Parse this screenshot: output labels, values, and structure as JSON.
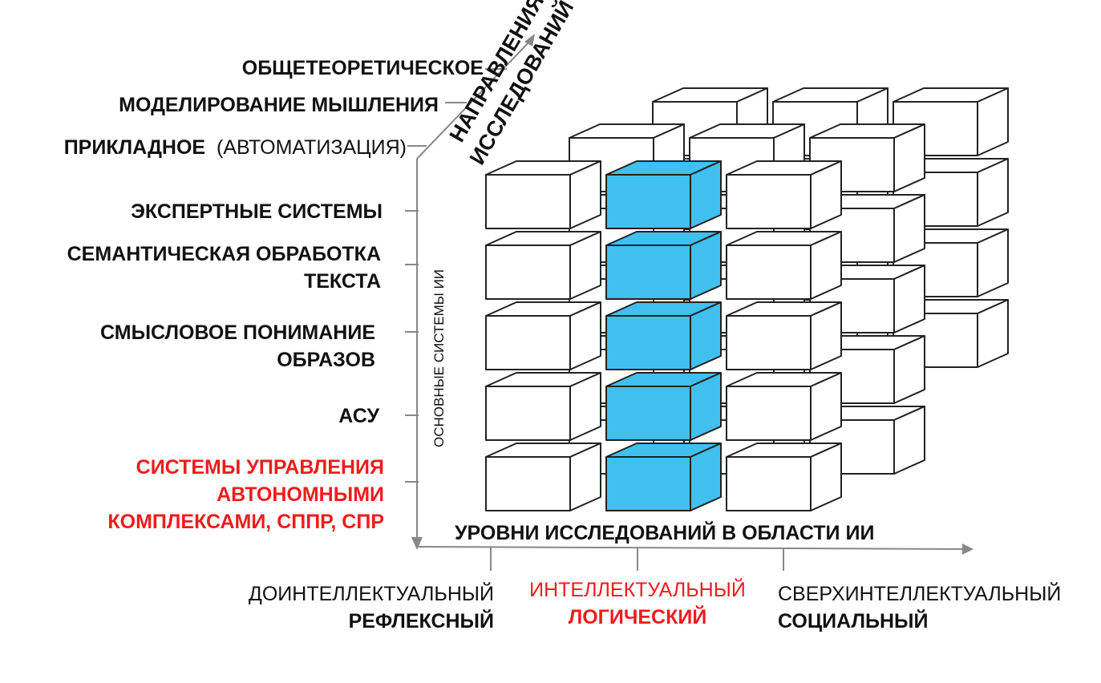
{
  "directions": {
    "axis_title_line1": "НАПРАВЛЕНИЯ",
    "axis_title_line2": "ИССЛЕДОВАНИЙ",
    "items": [
      {
        "label": "ОБЩЕТЕОРЕТИЧЕСКОЕ"
      },
      {
        "label": "МОДЕЛИРОВАНИЕ МЫШЛЕНИЯ"
      },
      {
        "label": "ПРИКЛАДНОЕ",
        "note": "(АВТОМАТИЗАЦИЯ)"
      }
    ]
  },
  "systems": {
    "axis_title": "ОСНОВНЫЕ СИСТЕМЫ   ИИ",
    "items": [
      {
        "lines": [
          "ЭКСПЕРТНЫЕ СИСТЕМЫ"
        ]
      },
      {
        "lines": [
          "СЕМАНТИЧЕСКАЯ ОБРАБОТКА",
          "ТЕКСТА"
        ]
      },
      {
        "lines": [
          "СМЫСЛОВОЕ ПОНИМАНИЕ",
          "ОБРАЗОВ"
        ]
      },
      {
        "lines": [
          "АСУ"
        ]
      },
      {
        "lines": [
          "СИСТЕМЫ УПРАВЛЕНИЯ",
          "АВТОНОМНЫМИ",
          "КОМПЛЕКСАМИ, СППР, СПР"
        ],
        "highlight": true
      }
    ]
  },
  "levels": {
    "axis_title": "УРОВНИ ИССЛЕДОВАНИЙ В ОБЛАСТИ ИИ",
    "items": [
      {
        "line1": "ДОИНТЕЛЛЕКТУАЛЬНЫЙ",
        "line2": "РЕФЛЕКСНЫЙ"
      },
      {
        "line1": "ИНТЕЛЛЕКТУАЛЬНЫЙ",
        "line2": "ЛОГИЧЕСКИЙ",
        "highlight": true
      },
      {
        "line1": "СВЕРХИНТЕЛЛЕКТУАЛЬНЫЙ",
        "line2": "СОЦИАЛЬНЫЙ"
      }
    ]
  },
  "colors": {
    "highlight_cube": "#3fc0ef",
    "highlight_text": "#ee1c1c",
    "cube_face": "#ffffff",
    "cube_stroke": "#222222",
    "axis": "#888888"
  },
  "cube_matrix": {
    "columns": 3,
    "rows": 5,
    "depth_layers": 3,
    "highlighted_column": 2,
    "highlighted_depth_layer": 1
  }
}
